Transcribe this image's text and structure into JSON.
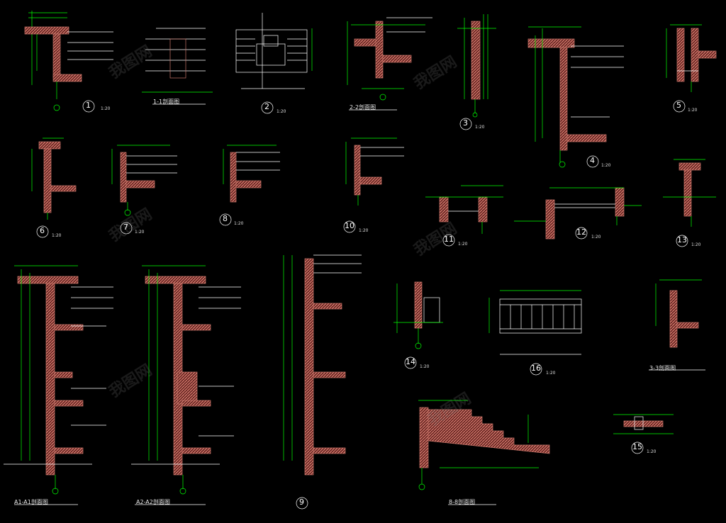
{
  "colors": {
    "background": "#000000",
    "dimension": "#00ff00",
    "wall": "#c8756a",
    "hatch": "#ff5a5a",
    "text": "#ffffff",
    "leader": "#ffffff"
  },
  "details": [
    {
      "id": "d1",
      "number": "1",
      "scale": "1:20"
    },
    {
      "id": "d2",
      "number": "2",
      "scale": "1:20"
    },
    {
      "id": "d3",
      "number": "3",
      "scale": "1:20"
    },
    {
      "id": "d4",
      "number": "4",
      "scale": "1:20"
    },
    {
      "id": "d5",
      "number": "5",
      "scale": "1:20"
    },
    {
      "id": "d6",
      "number": "6",
      "scale": "1:20"
    },
    {
      "id": "d7",
      "number": "7",
      "scale": "1:20"
    },
    {
      "id": "d8",
      "number": "8",
      "scale": "1:20"
    },
    {
      "id": "d9",
      "number": "9",
      "scale": ""
    },
    {
      "id": "d10",
      "number": "10",
      "scale": "1:20"
    },
    {
      "id": "d11",
      "number": "11",
      "scale": "1:20"
    },
    {
      "id": "d12",
      "number": "12",
      "scale": "1:20"
    },
    {
      "id": "d13",
      "number": "13",
      "scale": "1:20"
    },
    {
      "id": "d14",
      "number": "14",
      "scale": "1:20"
    },
    {
      "id": "d15",
      "number": "15",
      "scale": "1:20"
    },
    {
      "id": "d16",
      "number": "16",
      "scale": "1:20"
    }
  ],
  "section_titles": {
    "s11": "1-1剖面图",
    "s22": "2-2剖面图",
    "s33": "3-3剖面图",
    "s88": "8-8剖面图",
    "sa1": "A1-A1剖面图",
    "sa2": "A2-A2剖面图"
  },
  "watermark": "我图网"
}
